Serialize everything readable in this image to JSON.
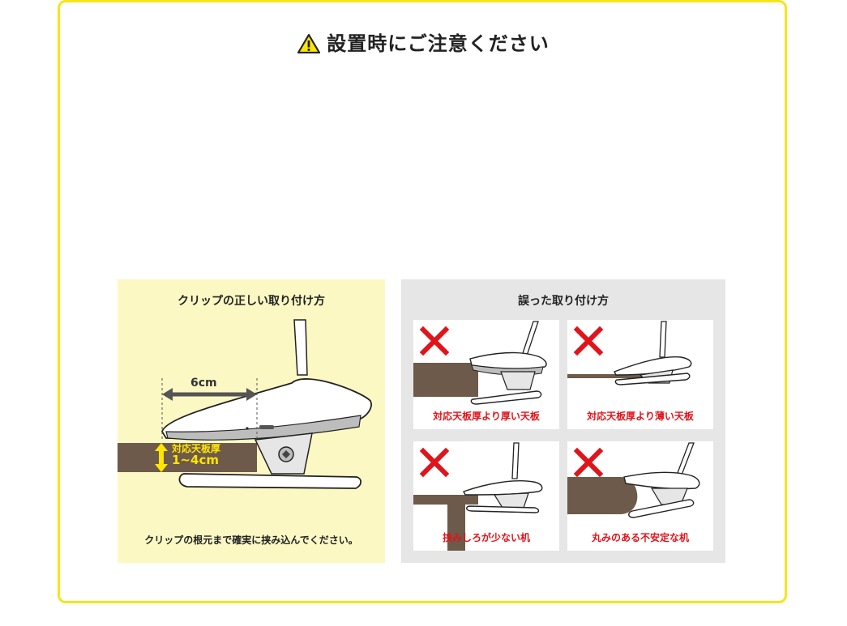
{
  "header": {
    "title": "設置時にご注意ください",
    "warning_icon": "warning-triangle-icon"
  },
  "correct_panel": {
    "title": "クリップの正しい取り付け方",
    "dimension_label": "6cm",
    "thickness_label_line1": "対応天板厚",
    "thickness_label_line2": "1~4cm",
    "caption": "クリップの根元まで確実に挟み込んでください。"
  },
  "wrong_panel": {
    "title": "誤った取り付け方",
    "cards": [
      {
        "caption": "対応天板厚より厚い天板",
        "icon": "cross-icon"
      },
      {
        "caption": "対応天板厚より薄い天板",
        "icon": "cross-icon"
      },
      {
        "caption": "挟みしろが少ない机",
        "icon": "cross-icon"
      },
      {
        "caption": "丸みのある不安定な机",
        "icon": "cross-icon"
      }
    ]
  },
  "colors": {
    "frame": "#f5e51b",
    "good_bg": "#fbf8c4",
    "bad_bg": "#e6e6e6",
    "desk": "#6e5a4b",
    "error_red": "#e0141b",
    "highlight_yellow": "#ffe600"
  }
}
